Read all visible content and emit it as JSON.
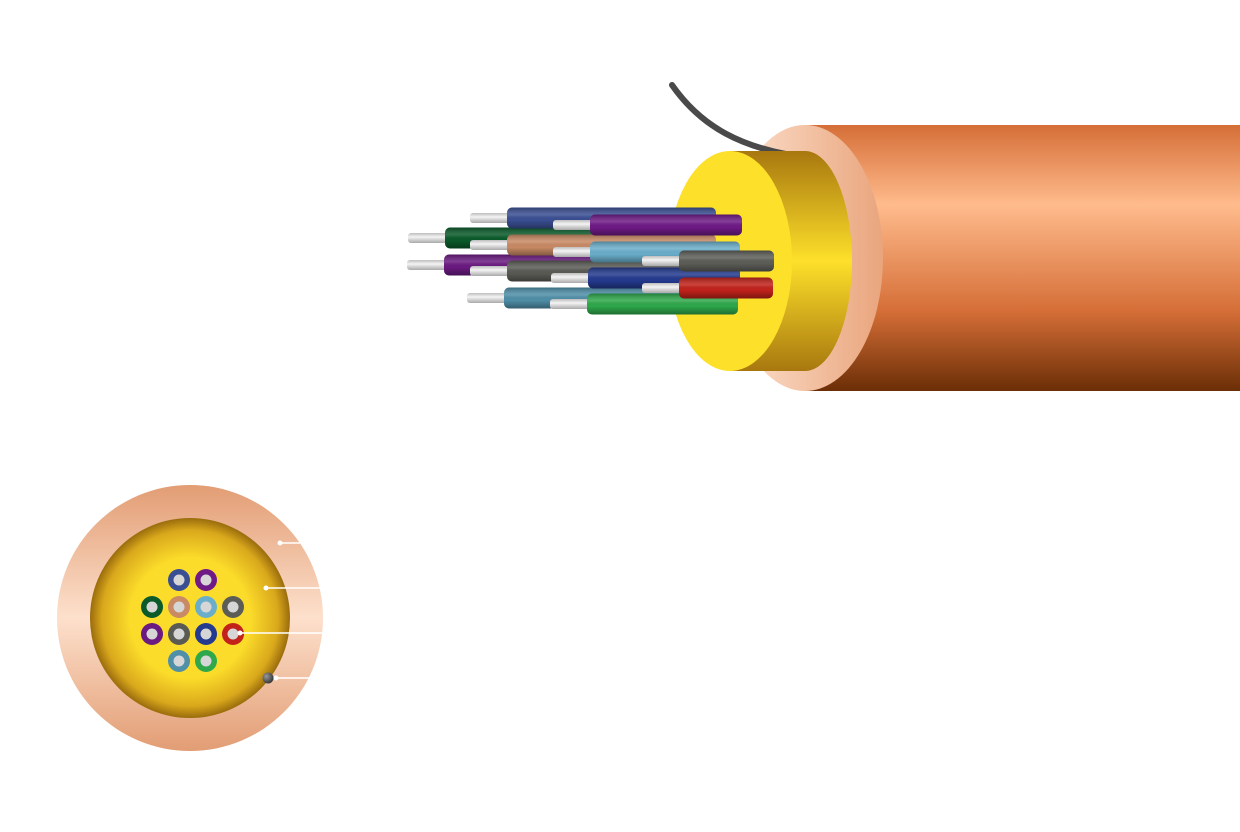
{
  "colors": {
    "jacket": "#d9743f",
    "jacket_highlight": "#ffbb8c",
    "jacket_ring": "#fcd9c0",
    "buffer": "#fde02a",
    "buffer_dark": "#a8780f",
    "ripcord": "#4a4a4a",
    "bare_fiber": "#d8d8d8"
  },
  "fibers": [
    {
      "id": "blue",
      "color": "#3a4f93"
    },
    {
      "id": "purple",
      "color": "#6f1a86"
    },
    {
      "id": "dark-green",
      "color": "#0a5a2a"
    },
    {
      "id": "tan",
      "color": "#c98a64"
    },
    {
      "id": "light-blue",
      "color": "#6aaecb"
    },
    {
      "id": "gray",
      "color": "#5a5a55"
    },
    {
      "id": "violet",
      "color": "#6a1a80"
    },
    {
      "id": "slate",
      "color": "#5d5d58"
    },
    {
      "id": "navy",
      "color": "#243a8f"
    },
    {
      "id": "red",
      "color": "#c2221a"
    },
    {
      "id": "steel-blue",
      "color": "#4f8fa8"
    },
    {
      "id": "green",
      "color": "#2ea84a"
    }
  ]
}
